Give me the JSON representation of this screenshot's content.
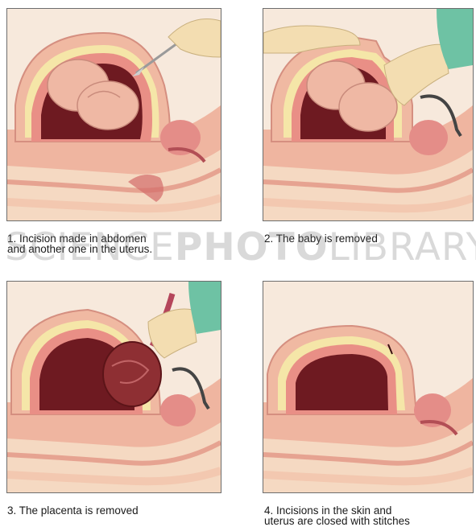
{
  "steps": [
    {
      "caption": "1. Incision made in abdomen\nand another one in the uterus."
    },
    {
      "caption": "2. The baby is removed"
    },
    {
      "caption": "3. The placenta is removed"
    },
    {
      "caption": "4. Incisions in the skin and\nuterus are closed with stitches"
    }
  ],
  "watermark": {
    "part1": "SCIENCE",
    "part2": "PHOTO",
    "part3": "LIBRARY"
  },
  "colors": {
    "skin": "#f0b9a2",
    "uterus_wall": "#e98f86",
    "uterus_inner": "#6e1a21",
    "baby": "#efb8a4",
    "glove": "#f3ddb1",
    "gown": "#6ec2a4",
    "fat_layer": "#f5e6a8",
    "background": "#f7e9dc"
  }
}
